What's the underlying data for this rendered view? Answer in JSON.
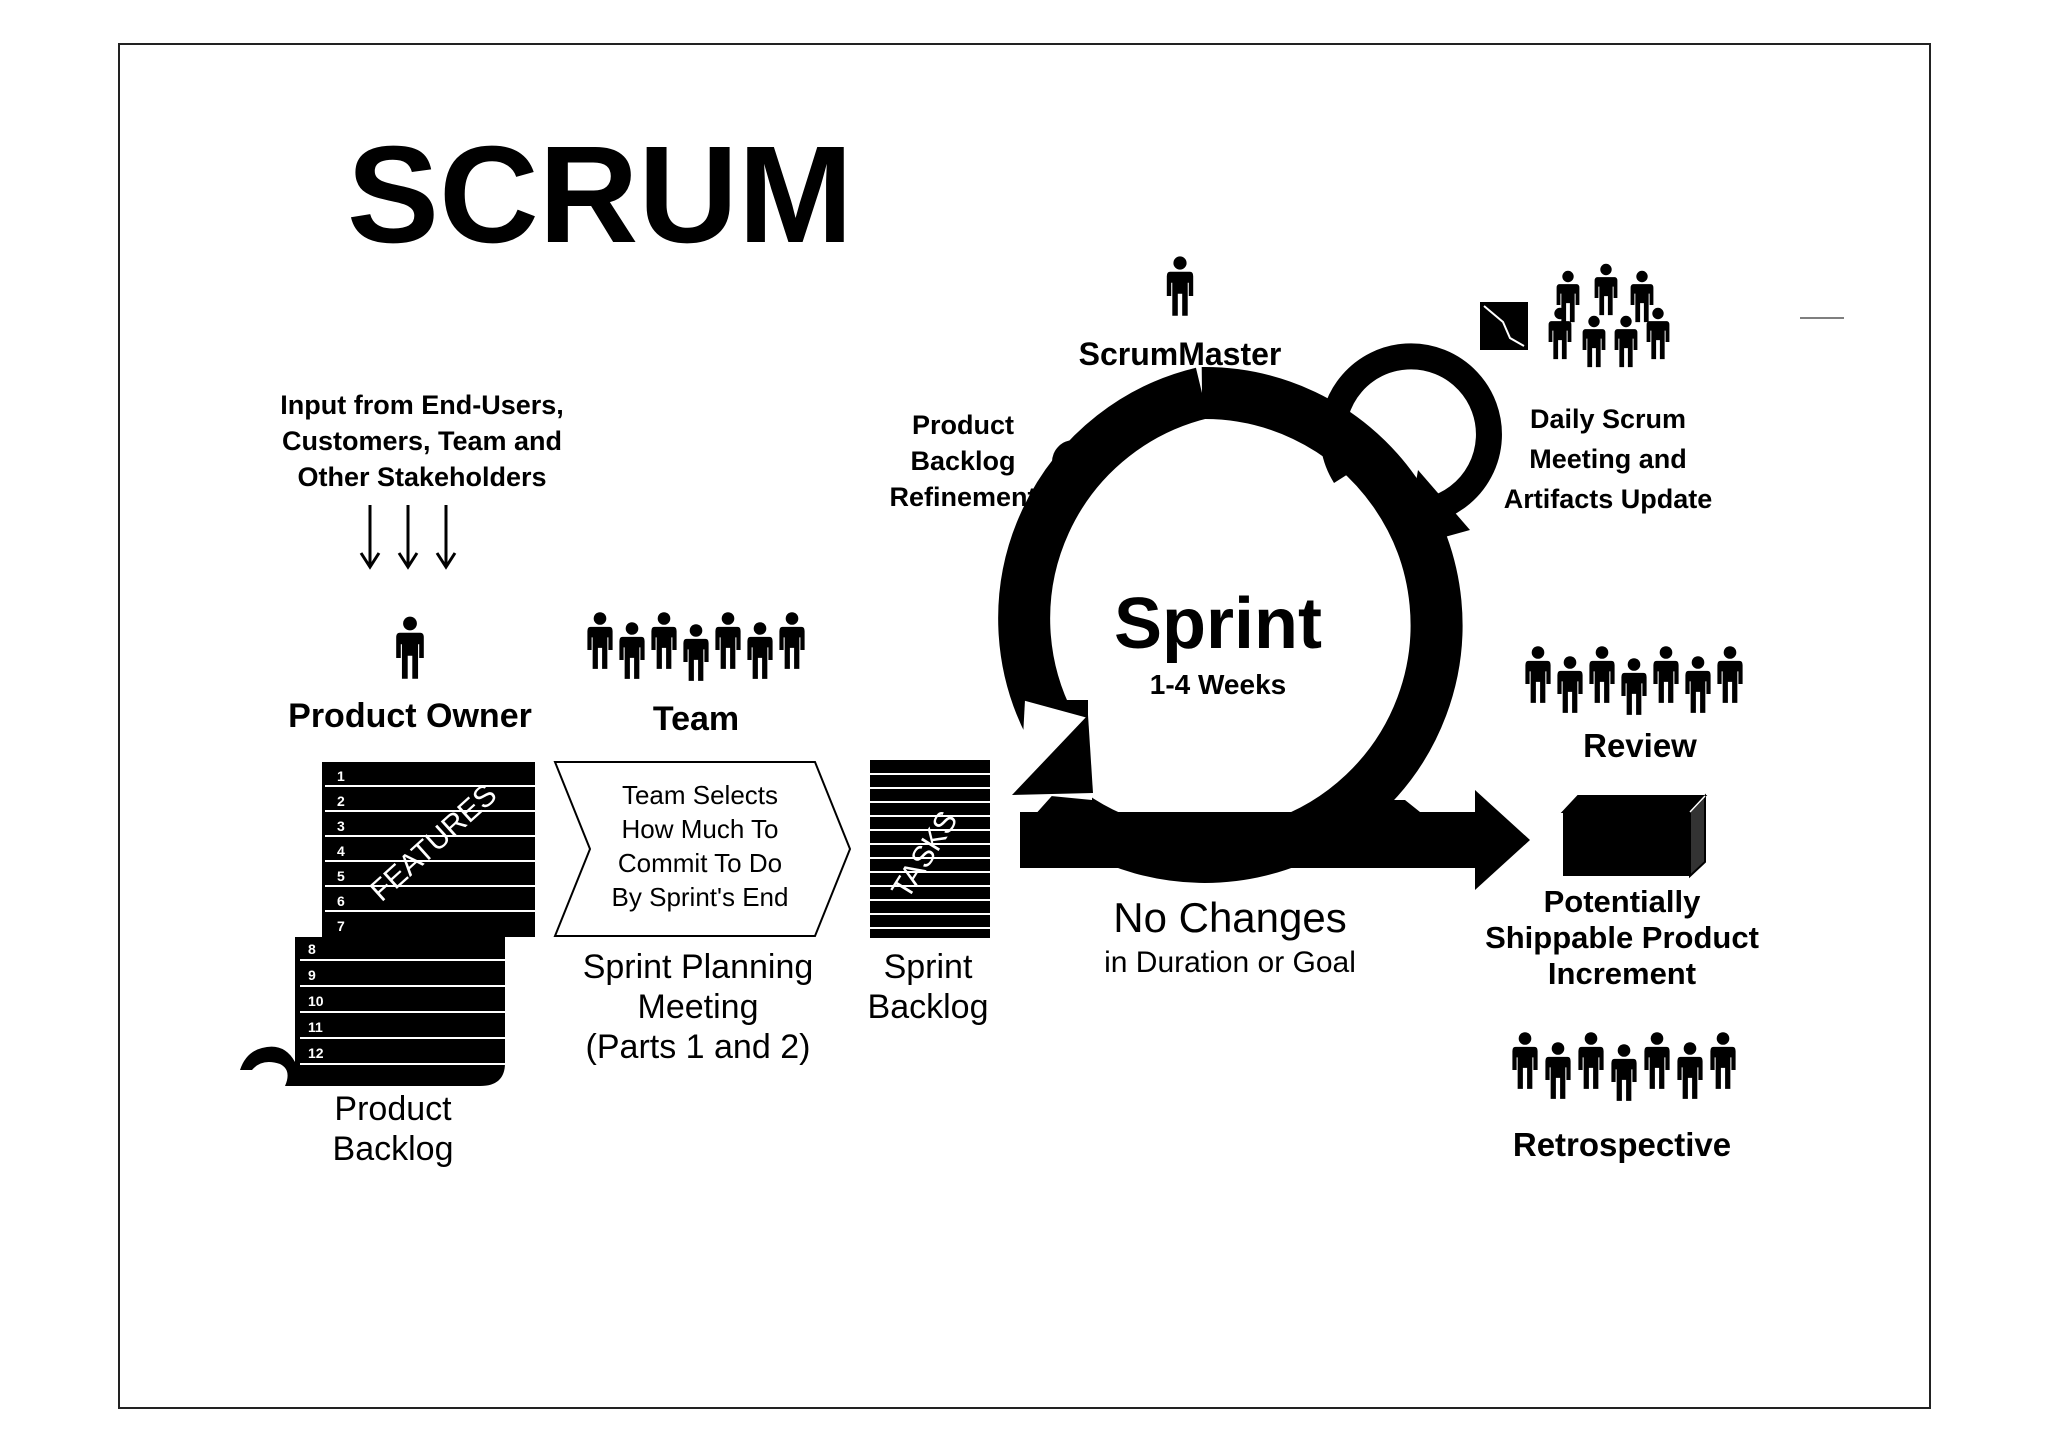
{
  "title": "SCRUM",
  "input": {
    "lines": [
      "Input from End-Users,",
      "Customers, Team and",
      "Other Stakeholders"
    ]
  },
  "product_owner": {
    "label": "Product Owner"
  },
  "team": {
    "label": "Team"
  },
  "features": {
    "label": "FEATURES",
    "rows": [
      "1",
      "2",
      "3",
      "4",
      "5",
      "6",
      "7"
    ]
  },
  "backlog_rows": [
    "8",
    "9",
    "10",
    "11",
    "12"
  ],
  "product_backlog": {
    "lines": [
      "Product",
      "Backlog"
    ]
  },
  "selection": {
    "lines": [
      "Team Selects",
      "How Much To",
      "Commit To Do",
      "By Sprint's End"
    ]
  },
  "sprint_planning": {
    "lines": [
      "Sprint Planning",
      "Meeting",
      "(Parts 1 and 2)"
    ]
  },
  "tasks": {
    "label": "TASKS"
  },
  "sprint_backlog": {
    "lines": [
      "Sprint",
      "Backlog"
    ]
  },
  "scrum_master": {
    "label": "ScrumMaster"
  },
  "refinement": {
    "lines": [
      "Product",
      "Backlog",
      "Refinement"
    ]
  },
  "sprint": {
    "title": "Sprint",
    "duration": "1-4 Weeks"
  },
  "daily_scrum": {
    "lines": [
      "Daily Scrum",
      "Meeting and",
      "Artifacts Update"
    ]
  },
  "no_changes": {
    "title": "No Changes",
    "subtitle": "in Duration or Goal"
  },
  "review": {
    "label": "Review"
  },
  "increment": {
    "lines": [
      "Potentially",
      "Shippable Product",
      "Increment"
    ]
  },
  "retrospective": {
    "label": "Retrospective"
  },
  "colors": {
    "ink": "#000000",
    "paper": "#ffffff",
    "frame": "#222222"
  }
}
